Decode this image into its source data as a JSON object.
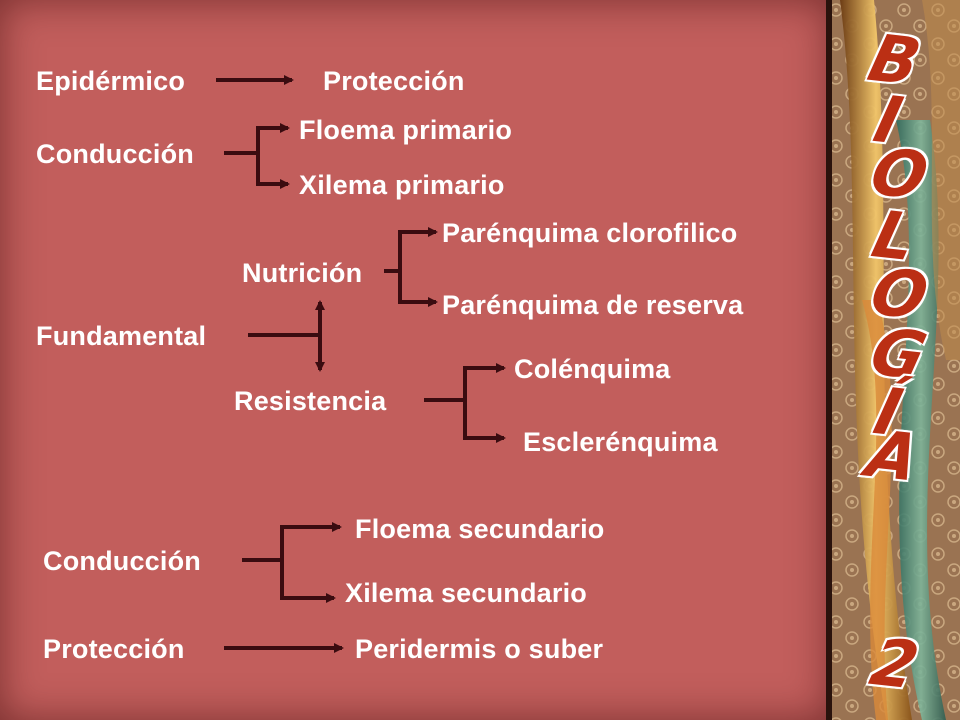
{
  "rows": {
    "epidermico": "Epidérmico",
    "epidermico_target": "Protección",
    "conduccion1": "Conducción",
    "floema_primario": "Floema primario",
    "xilema_primario": "Xilema primario",
    "fundamental": "Fundamental",
    "nutricion": "Nutrición",
    "parenquima_clorofilico": "Parénquima clorofilico",
    "parenquima_reserva": "Parénquima de reserva",
    "resistencia": "Resistencia",
    "colenquima": "Colénquima",
    "esclerenquima": "Esclerénquima",
    "conduccion2": "Conducción",
    "floema_secundario": "Floema secundario",
    "xilema_secundario": "Xilema secundario",
    "proteccion2": "Protección",
    "peridermis": "Peridermis o suber"
  },
  "banner": {
    "letters": [
      "B",
      "I",
      "O",
      "L",
      "O",
      "G",
      "Í",
      "A",
      "2"
    ]
  },
  "colors": {
    "slide_background": "#c25e5c",
    "text": "#ffffff",
    "connector": "#3a0c10",
    "banner_letter": "#bb2f14"
  }
}
